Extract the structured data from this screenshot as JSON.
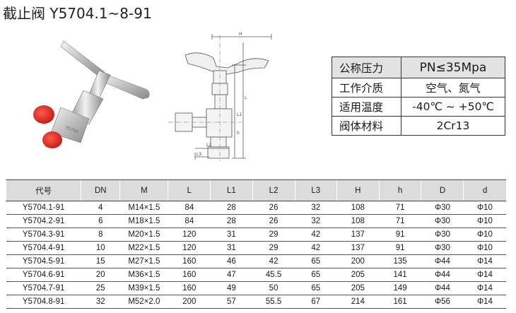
{
  "title": "截止阀 Y5704.1~8-91",
  "specs": [
    {
      "label": "公称压力",
      "value": "PN≤35Mpa"
    },
    {
      "label": "工作介质",
      "value": "空气、氮气"
    },
    {
      "label": "适用温度",
      "value": "-40℃ ~ +50℃"
    },
    {
      "label": "阀体材料",
      "value": "2Cr13"
    }
  ],
  "drawing_labels": [
    "L3",
    "L2",
    "L1",
    "L",
    "H",
    "h"
  ],
  "table": {
    "headers": [
      "代号",
      "DN",
      "M",
      "L",
      "L1",
      "L2",
      "L3",
      "H",
      "h",
      "D",
      "d"
    ],
    "rows": [
      [
        "Y5704.1-91",
        "4",
        "M14×1.5",
        "84",
        "28",
        "26",
        "32",
        "108",
        "71",
        "Φ30",
        "Φ10"
      ],
      [
        "Y5704.2-91",
        "6",
        "M18×1.5",
        "84",
        "28",
        "26",
        "32",
        "108",
        "71",
        "Φ30",
        "Φ10"
      ],
      [
        "Y5704.3-91",
        "8",
        "M20×1.5",
        "120",
        "31",
        "29",
        "42",
        "137",
        "91",
        "Φ30",
        "Φ10"
      ],
      [
        "Y5704.4-91",
        "10",
        "M22×1.5",
        "120",
        "31",
        "29",
        "42",
        "137",
        "91",
        "Φ30",
        "Φ10"
      ],
      [
        "Y5704.5-91",
        "15",
        "M27×1.5",
        "160",
        "46",
        "42",
        "65",
        "200",
        "135",
        "Φ44",
        "Φ14"
      ],
      [
        "Y5704.6-91",
        "20",
        "M36×1.5",
        "160",
        "47",
        "45.5",
        "65",
        "205",
        "141",
        "Φ44",
        "Φ14"
      ],
      [
        "Y5704.7-91",
        "25",
        "M39×1.5",
        "160",
        "49",
        "50",
        "65",
        "205",
        "149",
        "Φ44",
        "Φ14"
      ],
      [
        "Y5704.8-91",
        "32",
        "M52×2.0",
        "200",
        "57",
        "55.5",
        "67",
        "214",
        "161",
        "Φ56",
        "Φ14"
      ]
    ]
  }
}
